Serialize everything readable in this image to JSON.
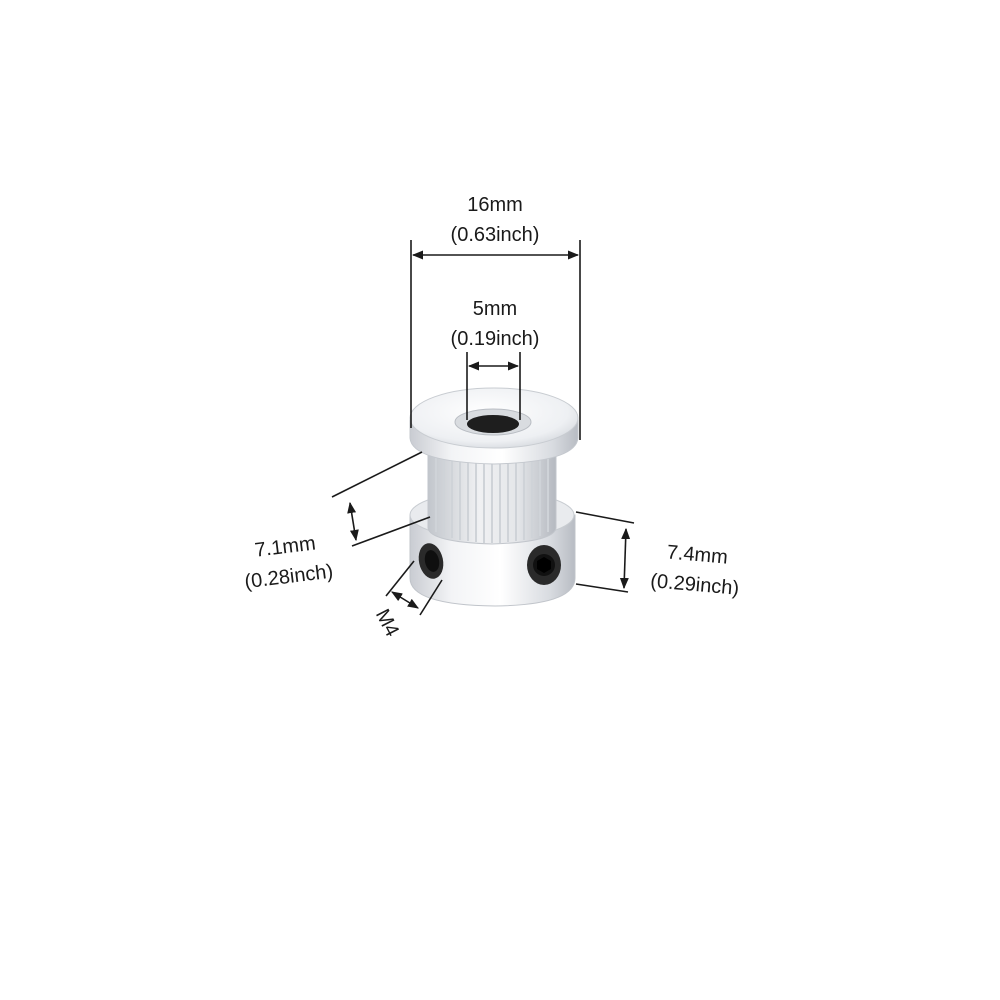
{
  "dimensions": {
    "outer_diameter": {
      "mm": "16mm",
      "inch": "(0.63inch)"
    },
    "bore": {
      "mm": "5mm",
      "inch": "(0.19inch)"
    },
    "teeth_width": {
      "mm": "7.1mm",
      "inch": "(0.28inch)"
    },
    "hub_height": {
      "mm": "7.4mm",
      "inch": "(0.29inch)"
    },
    "set_screw": "M4"
  },
  "colors": {
    "line": "#1a1a1a",
    "aluminum": "#e6e8ec",
    "screw": "#1e1e1e"
  },
  "icons": [
    "timing-pulley-icon",
    "set-screw-icon"
  ]
}
